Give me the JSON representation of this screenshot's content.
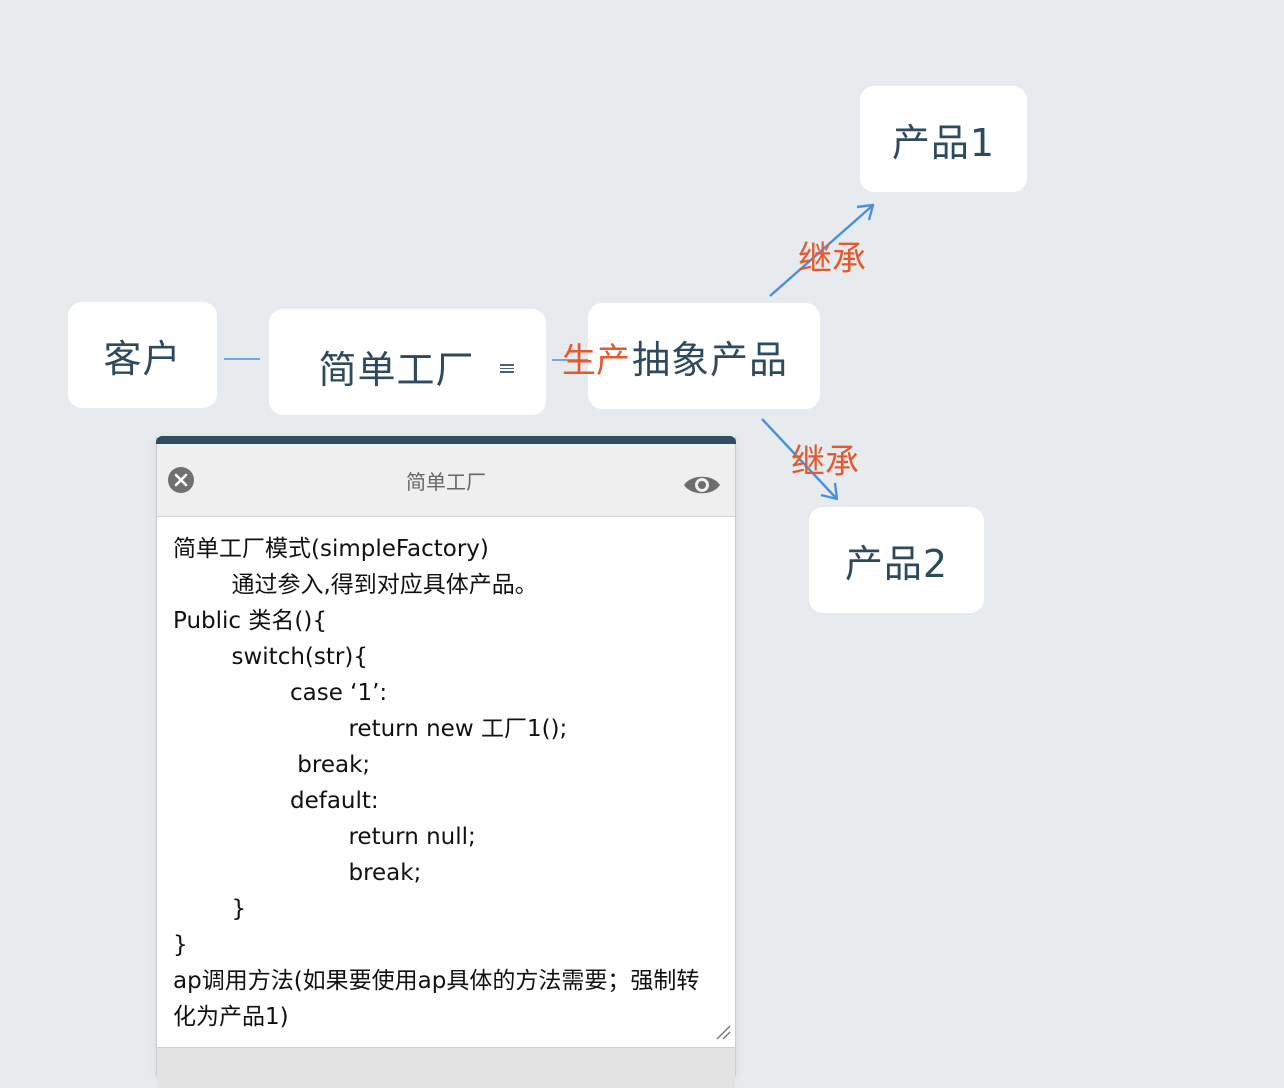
{
  "mindmap": {
    "nodes": {
      "client": "客户",
      "factory": "简单工厂",
      "abstract_product": "抽象产品",
      "product1": "产品1",
      "product2": "产品2"
    },
    "edge_labels": {
      "produce": "生产",
      "inherit_1": "继承",
      "inherit_2": "继承"
    }
  },
  "note_popup": {
    "title": "简单工厂",
    "lines": [
      "简单工厂模式(simpleFactory)",
      "        通过参入,得到对应具体产品。",
      "Public 类名(){",
      "        switch(str){",
      "                case ‘1’:",
      "                        return new 工厂1();",
      "                 break;",
      "                default:",
      "                        return null;",
      "                        break;",
      "        }",
      "}",
      "ap调用方法(如果要使用ap具体的方法需要；强制转化为产品1)"
    ]
  },
  "colors": {
    "canvas_bg": "#e8ebee",
    "node_text": "#2e4a5c",
    "edge_line": "#4a90d9",
    "edge_label": "#e35a30",
    "panel_topbar": "#2f4d60"
  },
  "icons": {
    "close": "close-icon",
    "preview": "eye-icon",
    "note": "note-icon",
    "resize": "resize-handle-icon"
  }
}
